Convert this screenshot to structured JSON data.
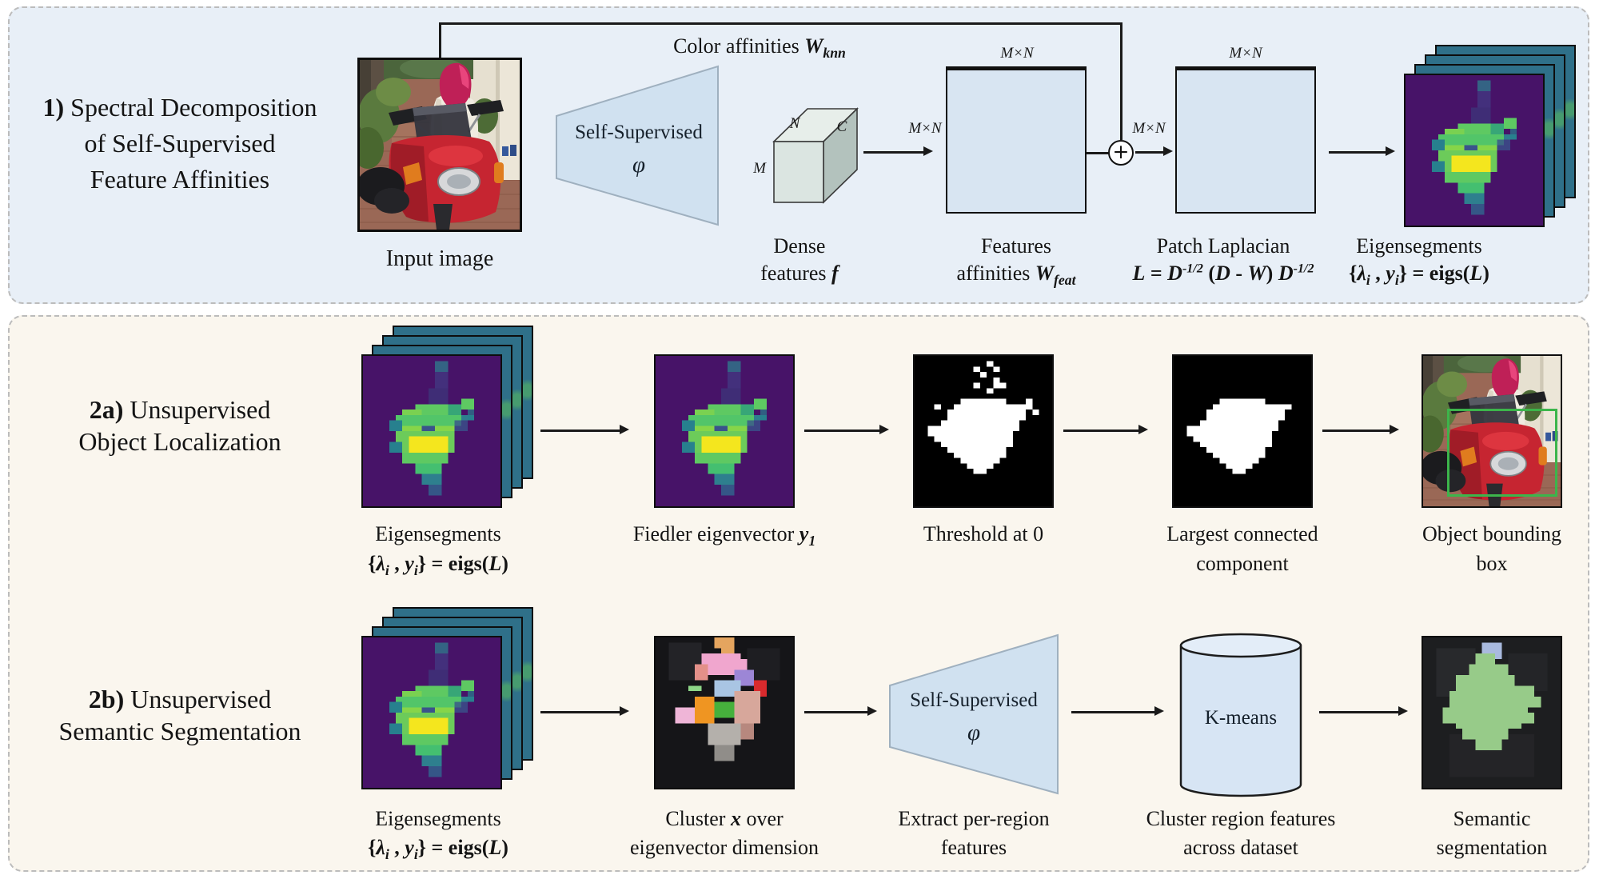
{
  "colors": {
    "panel1_bg": "#e8eff7",
    "panel2_bg": "#faf6ee",
    "matrix_fill": "#d8e5f2",
    "encoder_fill": "#d0e1f0",
    "cylinder_fill": "#d7e5f4",
    "teal_layer": "#2f7089",
    "viridis_purple": "#471368",
    "viridis_yellow": "#f4e61e",
    "bbox_green": "#3cb54b",
    "arrow_color": "#1a1a1a"
  },
  "panel1": {
    "num": "1)",
    "title1": "Spectral Decomposition",
    "title2": "of Self-Supervised",
    "title3": "Feature Affinities",
    "input_label": "Input image",
    "color_affinities": "Color affinities *W*~*knn*~",
    "encoder_line1": "Self-Supervised",
    "encoder_phi": "φ",
    "dim_m": "M",
    "dim_n": "N",
    "dim_c": "C",
    "dim_mn": "M×N",
    "dense_label1": "Dense",
    "dense_label2": "features *f*",
    "features_label1": "Features",
    "features_label2": "affinities *W*~*feat*~",
    "laplacian_label1": "Patch Laplacian",
    "laplacian_label2": "*L* = *D^-1/2^* (*D* - *W*) *D^-1/2^*",
    "eigen_label1": "Eigensegments",
    "eigen_label2": "{*λ*~*i*~ , *y*~*i*~} = eigs(*L*)",
    "plus_sign": "+"
  },
  "panel2a": {
    "num": "2a)",
    "title1": "Unsupervised",
    "title2": "Object Localization",
    "eigen_label1": "Eigensegments",
    "eigen_label2": "{*λ*~*i*~ , *y*~*i*~} = eigs(*L*)",
    "fiedler_label": "Fiedler eigenvector *y*~*1*~",
    "threshold_label": "Threshold at 0",
    "largest_label1": "Largest connected",
    "largest_label2": "component",
    "bbox_label1": "Object bounding",
    "bbox_label2": "box"
  },
  "panel2b": {
    "num": "2b)",
    "title1": "Unsupervised",
    "title2": "Semantic Segmentation",
    "eigen_label1": "Eigensegments",
    "eigen_label2": "{*λ*~*i*~ , *y*~*i*~} = eigs(*L*)",
    "cluster_label1": "Cluster *x* over",
    "cluster_label2": "eigenvector dimension",
    "encoder_line1": "Self-Supervised",
    "encoder_phi": "φ",
    "extract_label1": "Extract per-region",
    "extract_label2": "features",
    "kmeans_label": "K-means",
    "region_label1": "Cluster region features",
    "region_label2": "across dataset",
    "semseg_label1": "Semantic",
    "semseg_label2": "segmentation"
  }
}
